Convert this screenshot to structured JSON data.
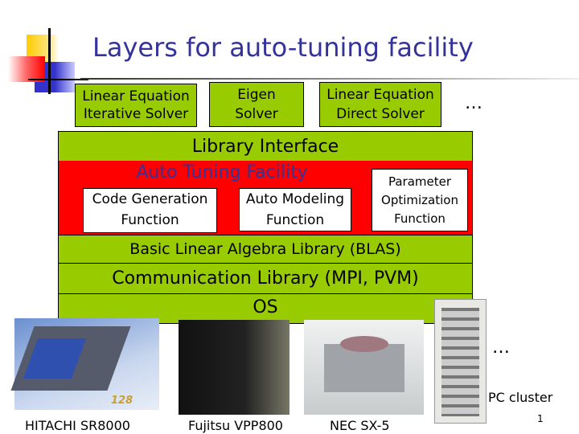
{
  "title": "Layers for auto-tuning facility",
  "top_boxes": [
    {
      "line1": "Linear Equation",
      "line2": "Iterative Solver"
    },
    {
      "line1": "Eigen",
      "line2": "Solver"
    },
    {
      "line1": "Linear Equation",
      "line2": "Direct Solver"
    }
  ],
  "ellipsis": "…",
  "layers": {
    "library_interface": "Library Interface",
    "auto_tuning": "Auto Tuning Facility",
    "code_gen": {
      "line1": "Code Generation",
      "line2": "Function"
    },
    "auto_model": {
      "line1": "Auto Modeling",
      "line2": "Function"
    },
    "param_opt": {
      "line1": "Parameter",
      "line2": "Optimization",
      "line3": "Function"
    },
    "blas": "Basic Linear Algebra Library (BLAS)",
    "comm": "Communication Library (MPI, PVM)",
    "os": "OS"
  },
  "machines": [
    {
      "label": "HITACHI SR8000",
      "badge": "128"
    },
    {
      "label": "Fujitsu VPP800"
    },
    {
      "label": "NEC SX-5"
    },
    {
      "label": "PC cluster"
    }
  ],
  "page_number": "1",
  "colors": {
    "title": "#333399",
    "green": "#99cc00",
    "red": "#ff0000"
  }
}
